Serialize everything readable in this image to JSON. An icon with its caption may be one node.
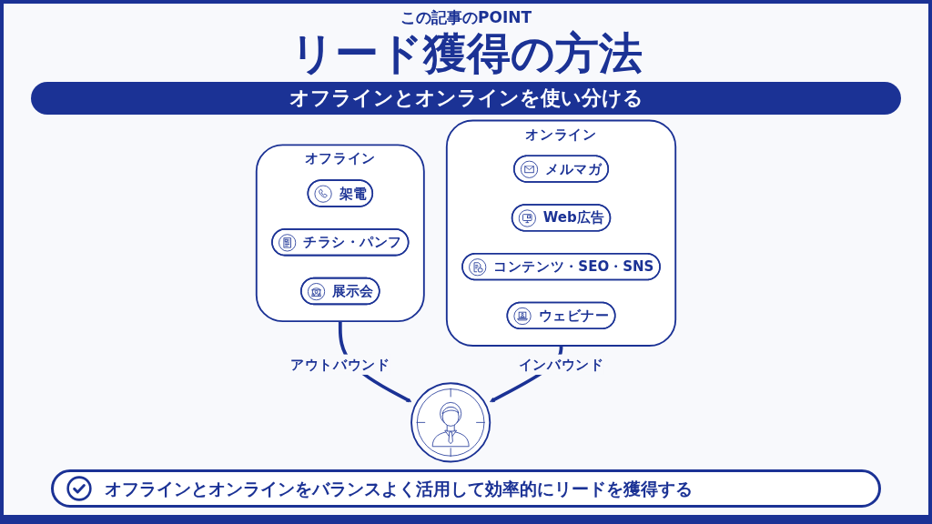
{
  "diagram": {
    "title": "リード獲得の方法",
    "nodes": [
      {
        "text": [
          "オフライン"
        ]
      },
      {
        "text": [
          "架電"
        ],
        "in": 0
      },
      {
        "text": [
          "チラシ・パンフ"
        ],
        "in": 0
      },
      {
        "text": [
          "展示会"
        ],
        "in": 0
      },
      {
        "text": [],
        "shape": "person"
      },
      {
        "text": [
          "オンライン"
        ]
      },
      {
        "text": [
          "メルマガ"
        ],
        "in": 5
      },
      {
        "text": [
          "Web広告"
        ],
        "in": 5
      },
      {
        "text": [
          "コンテンツ・SEO・SNS"
        ],
        "in": 5
      },
      {
        "text": [
          "ウェビナー"
        ],
        "in": 5
      }
    ],
    "edges": [
      {
        "from": 0,
        "to": 4,
        "arrow": "to",
        "label": "アウトバウンド"
      },
      {
        "from": 5,
        "to": 4,
        "arrow": "to",
        "label": "インバウンド"
      }
    ],
    "labels": [
      "この記事のPOINT",
      "オフラインとオンラインを使い分ける"
    ],
    "caption": "オフラインとオンラインをバランスよく活用して効率的にリードを獲得する"
  }
}
